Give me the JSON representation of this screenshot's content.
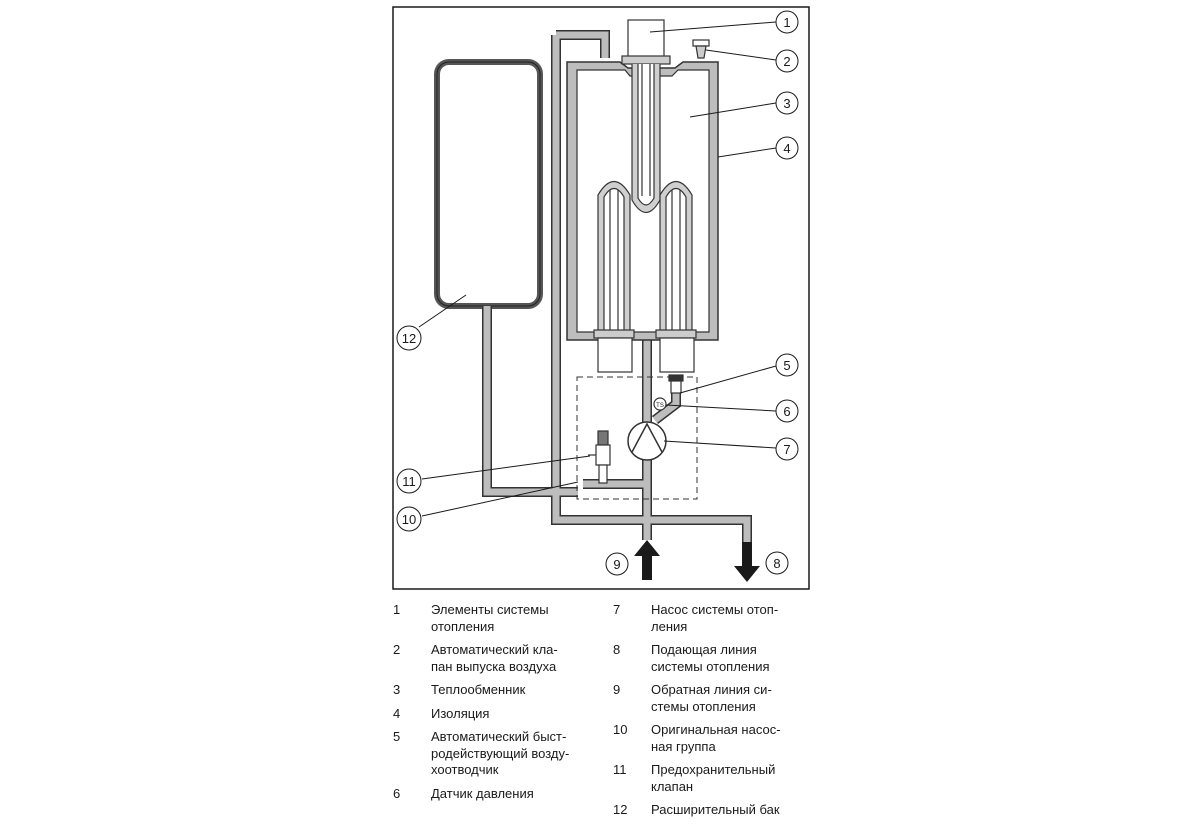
{
  "callouts": [
    "1",
    "2",
    "3",
    "4",
    "5",
    "6",
    "7",
    "8",
    "9",
    "10",
    "11",
    "12"
  ],
  "pressure_sensor_symbol": "TS",
  "legend": [
    {
      "num": "1",
      "lines": [
        "Элементы системы",
        "отопления"
      ]
    },
    {
      "num": "2",
      "lines": [
        "Автоматический кла-",
        "пан выпуска воздуха"
      ]
    },
    {
      "num": "3",
      "lines": [
        "Теплообменник"
      ]
    },
    {
      "num": "4",
      "lines": [
        "Изоляция"
      ]
    },
    {
      "num": "5",
      "lines": [
        "Автоматический быст-",
        "родействующий возду-",
        "хоотводчик"
      ]
    },
    {
      "num": "6",
      "lines": [
        "Датчик давления"
      ]
    },
    {
      "num": "7",
      "lines": [
        "Насос системы отоп-",
        "ления"
      ]
    },
    {
      "num": "8",
      "lines": [
        "Подающая линия",
        "системы отопления"
      ]
    },
    {
      "num": "9",
      "lines": [
        "Обратная линия си-",
        "стемы отопления"
      ]
    },
    {
      "num": "10",
      "lines": [
        "Оригинальная насос-",
        "ная группа"
      ]
    },
    {
      "num": "11",
      "lines": [
        "Предохранительный",
        "клапан"
      ]
    },
    {
      "num": "12",
      "lines": [
        "Расширительный бак"
      ]
    }
  ]
}
